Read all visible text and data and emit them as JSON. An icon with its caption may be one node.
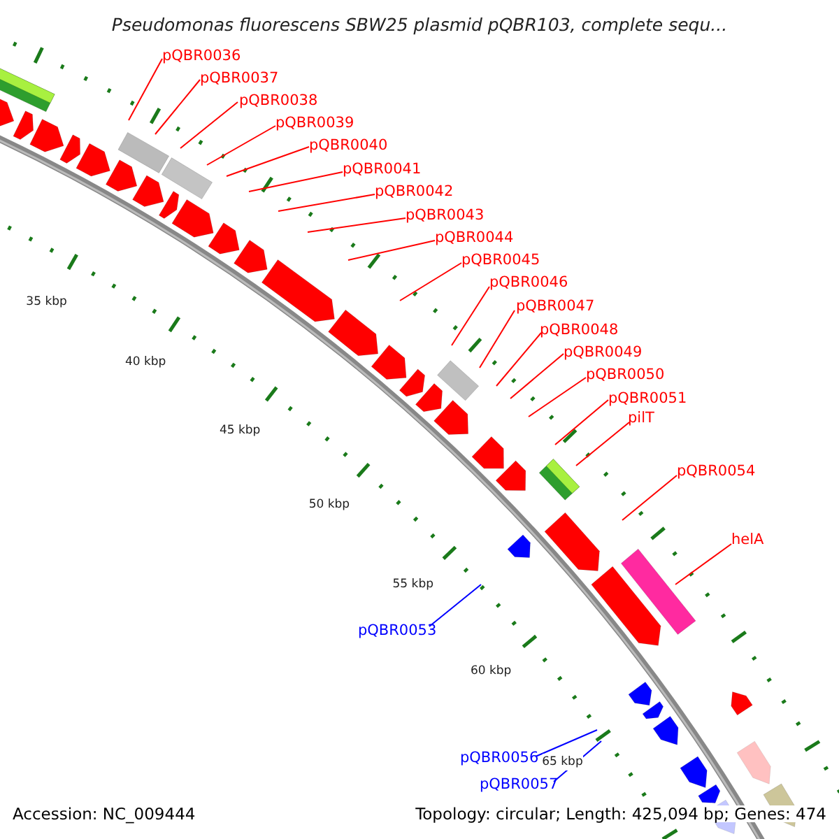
{
  "diagram": {
    "title": "Pseudomonas fluorescens SBW25 plasmid pQBR103, complete sequ...",
    "nodes": [
      {
        "text": [
          "pQBR0036"
        ]
      },
      {
        "text": [
          "pQBR0037"
        ]
      },
      {
        "text": [
          "pQBR0038"
        ]
      },
      {
        "text": [
          "pQBR0039"
        ]
      },
      {
        "text": [
          "pQBR0040"
        ]
      },
      {
        "text": [
          "pQBR0041"
        ]
      },
      {
        "text": [
          "pQBR0042"
        ]
      },
      {
        "text": [
          "pQBR0043"
        ]
      },
      {
        "text": [
          "pQBR0044"
        ]
      },
      {
        "text": [
          "pQBR0045"
        ]
      },
      {
        "text": [
          "pQBR0046"
        ]
      },
      {
        "text": [
          "pQBR0047"
        ]
      },
      {
        "text": [
          "pQBR0048"
        ]
      },
      {
        "text": [
          "pQBR0049"
        ]
      },
      {
        "text": [
          "pQBR0050"
        ]
      },
      {
        "text": [
          "pQBR0051"
        ]
      },
      {
        "text": [
          "pilT"
        ]
      },
      {
        "text": [
          "pQBR0054"
        ]
      },
      {
        "text": [
          "helA"
        ]
      },
      {
        "text": [
          "pQBR0053"
        ]
      },
      {
        "text": [
          "pQBR0056"
        ]
      },
      {
        "text": [
          "pQBR0057"
        ]
      }
    ],
    "edges": [
      {
        "from": 0,
        "to": null,
        "arrow": "none"
      },
      {
        "from": 1,
        "to": null,
        "arrow": "none"
      },
      {
        "from": 2,
        "to": null,
        "arrow": "none"
      },
      {
        "from": 3,
        "to": null,
        "arrow": "none"
      },
      {
        "from": 4,
        "to": null,
        "arrow": "none"
      },
      {
        "from": 5,
        "to": null,
        "arrow": "none"
      },
      {
        "from": 6,
        "to": null,
        "arrow": "none"
      },
      {
        "from": 7,
        "to": null,
        "arrow": "none"
      },
      {
        "from": 8,
        "to": null,
        "arrow": "none"
      },
      {
        "from": 9,
        "to": null,
        "arrow": "none"
      },
      {
        "from": 10,
        "to": null,
        "arrow": "none"
      },
      {
        "from": 11,
        "to": null,
        "arrow": "none"
      },
      {
        "from": 12,
        "to": null,
        "arrow": "none"
      },
      {
        "from": 13,
        "to": null,
        "arrow": "none"
      },
      {
        "from": 14,
        "to": null,
        "arrow": "none"
      },
      {
        "from": 15,
        "to": null,
        "arrow": "none"
      },
      {
        "from": 16,
        "to": null,
        "arrow": "none"
      },
      {
        "from": 17,
        "to": null,
        "arrow": "none"
      },
      {
        "from": 18,
        "to": null,
        "arrow": "none"
      },
      {
        "from": 19,
        "to": null,
        "arrow": "none",
        "color": "#0000ff"
      },
      {
        "from": 20,
        "to": null,
        "arrow": "none",
        "color": "#0000ff"
      },
      {
        "from": 21,
        "to": null,
        "arrow": "none",
        "color": "#0000ff"
      }
    ],
    "labels": [
      "35 kbp",
      "40 kbp",
      "45 kbp",
      "50 kbp",
      "55 kbp",
      "60 kbp",
      "65 kbp",
      "Accession: NC_009444",
      "Topology: circular; Length: 425,094 bp; Genes: 474"
    ]
  }
}
